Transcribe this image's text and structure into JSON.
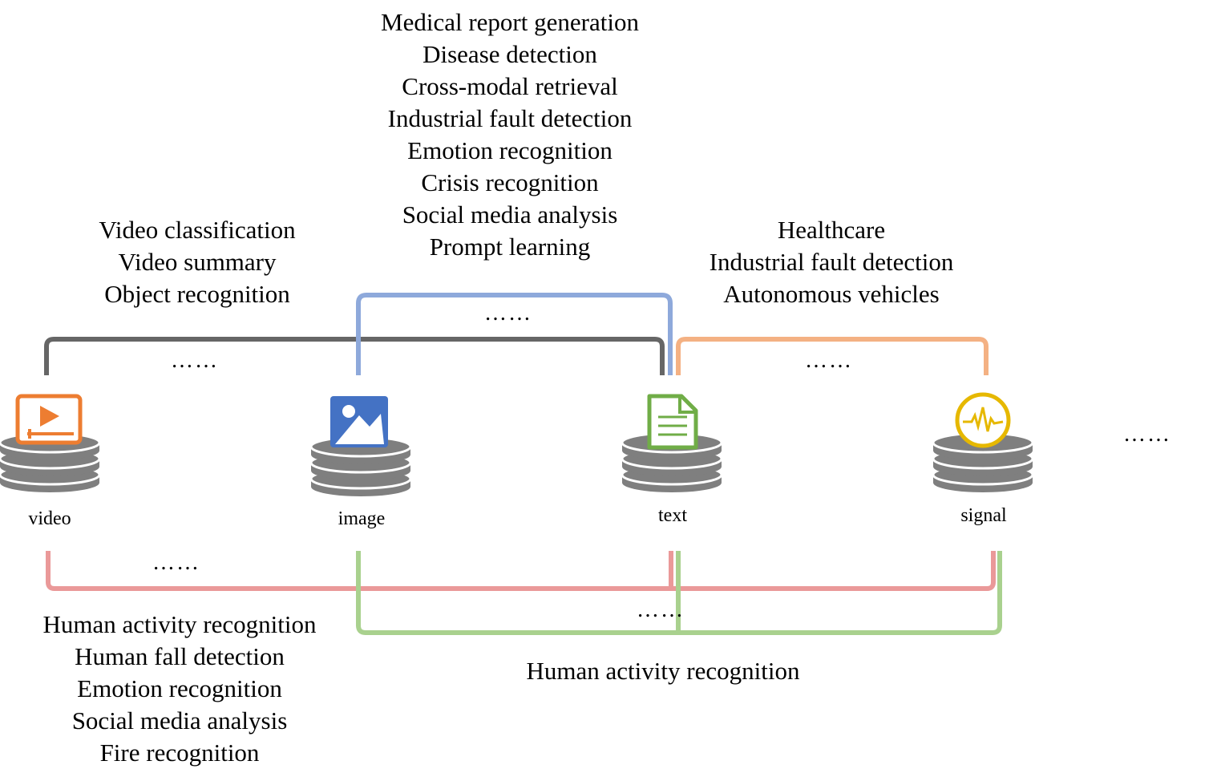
{
  "modalities": [
    {
      "key": "video",
      "label": "video",
      "color": "#ED7D31",
      "icon": "video-play-icon"
    },
    {
      "key": "image",
      "label": "image",
      "color": "#4472C4",
      "icon": "image-icon"
    },
    {
      "key": "text",
      "label": "text",
      "color": "#70AD47",
      "icon": "document-icon"
    },
    {
      "key": "signal",
      "label": "signal",
      "color": "#E6B800",
      "icon": "signal-waveform-icon"
    }
  ],
  "continuation_marker": "……",
  "pairs": {
    "video_text": {
      "color": "#666666",
      "tasks": [
        "Video classification",
        "Video summary",
        "Object recognition"
      ],
      "ellipsis": "……"
    },
    "image_text": {
      "color": "#8EA9DB",
      "tasks": [
        "Medical report generation",
        "Disease detection",
        "Cross-modal retrieval",
        "Industrial fault detection",
        "Emotion recognition",
        "Crisis recognition",
        "Social media analysis",
        "Prompt learning"
      ],
      "ellipsis": "……"
    },
    "text_signal": {
      "color": "#F4B183",
      "tasks": [
        "Healthcare",
        "Industrial fault detection",
        "Autonomous vehicles"
      ],
      "ellipsis": "……"
    },
    "video_text_signal": {
      "color": "#EA9999",
      "tasks": [
        "Human activity recognition",
        "Human fall detection",
        "Emotion recognition",
        "Social media analysis",
        "Fire recognition"
      ],
      "ellipsis": "……"
    },
    "image_text_signal": {
      "color": "#A9D18E",
      "tasks": [
        "Human activity recognition"
      ],
      "ellipsis": "……"
    }
  }
}
